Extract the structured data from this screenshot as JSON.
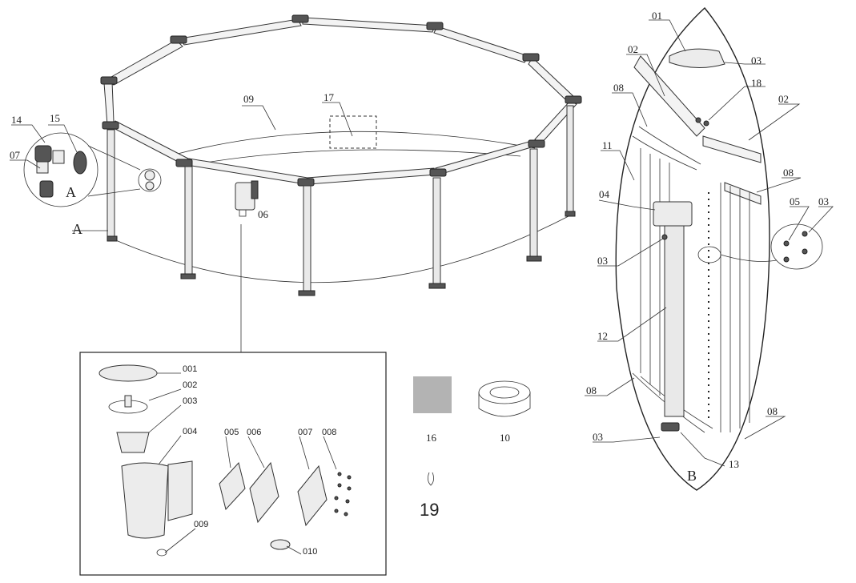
{
  "labels": {
    "p01": "01",
    "p02a": "02",
    "p02b": "02",
    "p03a": "03",
    "p03b": "03",
    "p03c": "03",
    "p03d": "03",
    "p04": "04",
    "p05": "05",
    "p06": "06",
    "p07": "07",
    "p08a": "08",
    "p08b": "08",
    "p08c": "08",
    "p08d": "08",
    "p09": "09",
    "p10": "10",
    "p11": "11",
    "p12": "12",
    "p13": "13",
    "p14": "14",
    "p15": "15",
    "p16": "16",
    "p17": "17",
    "p18": "18",
    "p19": "19",
    "detailA1": "A",
    "detailA2": "A",
    "detailB": "B",
    "s001": "001",
    "s002": "002",
    "s003": "003",
    "s004": "004",
    "s005": "005",
    "s006": "006",
    "s007": "007",
    "s008": "008",
    "s009": "009",
    "s010": "010"
  },
  "colors": {
    "swatch16": "#b3b3b3",
    "line": "#333333"
  }
}
